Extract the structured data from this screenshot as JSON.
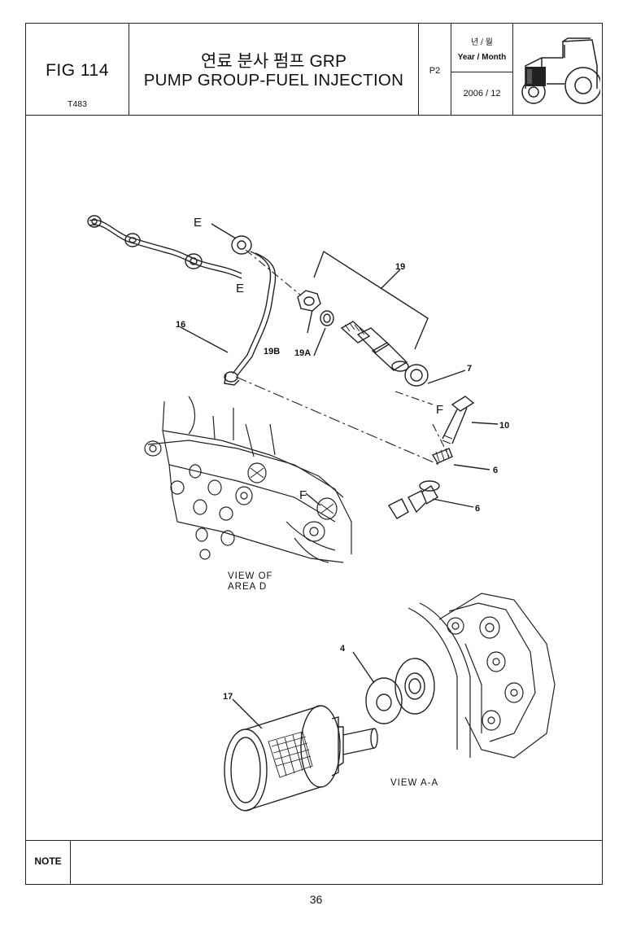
{
  "header": {
    "fig": "FIG 114",
    "code": "T483",
    "title_kr": "연료 분사 펌프 GRP",
    "title_en": "PUMP GROUP-FUEL INJECTION",
    "page_code": "P2",
    "date_label_kr": "년 / 월",
    "date_label_en": "Year / Month",
    "date_value": "2006 / 12"
  },
  "diagram": {
    "labels": {
      "E1": "E",
      "E2": "E",
      "F1": "F",
      "F2": "F",
      "p19": "19",
      "p19A": "19A",
      "p19B": "19B",
      "p16": "16",
      "p7": "7",
      "p10": "10",
      "p6a": "6",
      "p6b": "6",
      "p4": "4",
      "p17": "17"
    },
    "view_d_line1": "VIEW OF",
    "view_d_line2": "AREA D",
    "view_aa": "VIEW A-A"
  },
  "note": {
    "label": "NOTE",
    "text": ""
  },
  "footer": {
    "page_number": "36"
  }
}
